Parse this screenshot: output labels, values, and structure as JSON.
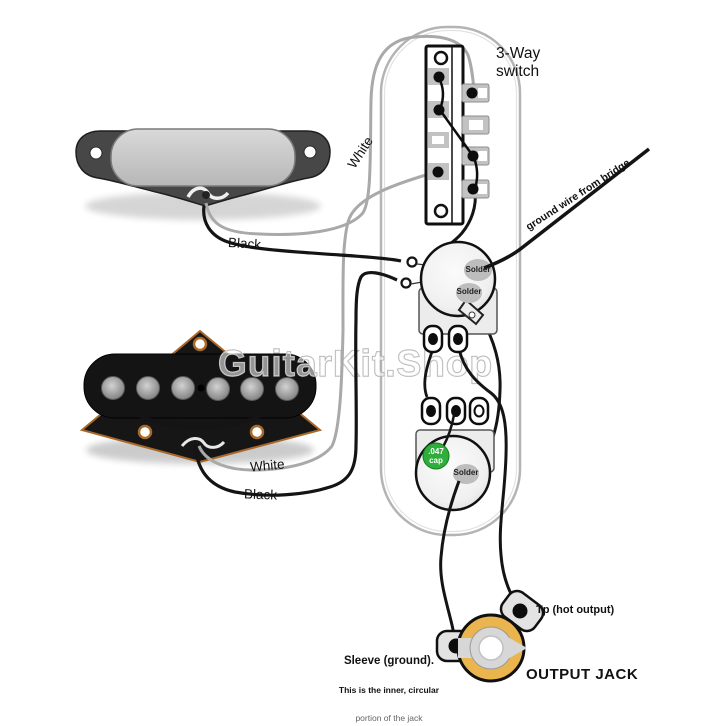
{
  "diagram": {
    "switch_label": "3-Way\nswitch",
    "neck_pickup": {
      "white_label": "White",
      "black_label": "Black"
    },
    "bridge_pickup": {
      "white_label": "White",
      "black_label": "Black"
    },
    "ground_wire_label": "ground wire from bridge",
    "volume_pot": {
      "solder_label_1": "Solder",
      "solder_label_2": "Solder"
    },
    "tone_pot": {
      "solder_label": "Solder",
      "cap_label": ".047\ncap"
    },
    "output_jack": {
      "tip_label": "Tp (hot output)",
      "sleeve_label": "Sleeve (ground).",
      "sleeve_note_line1": "This is the inner, circular",
      "sleeve_note_line2": "portion of the jack",
      "title": "OUTPUT JACK"
    },
    "watermark": "GuitarKit.Shop"
  },
  "colors": {
    "cap_green": "#2fae3c",
    "jack_gold": "#eab44e",
    "solder_gray": "#bdbdbd",
    "copper": "#a8682a",
    "wire_white": "#a9a9a9",
    "wire_black": "#141414",
    "plate_gray": "#b4b4b4"
  }
}
